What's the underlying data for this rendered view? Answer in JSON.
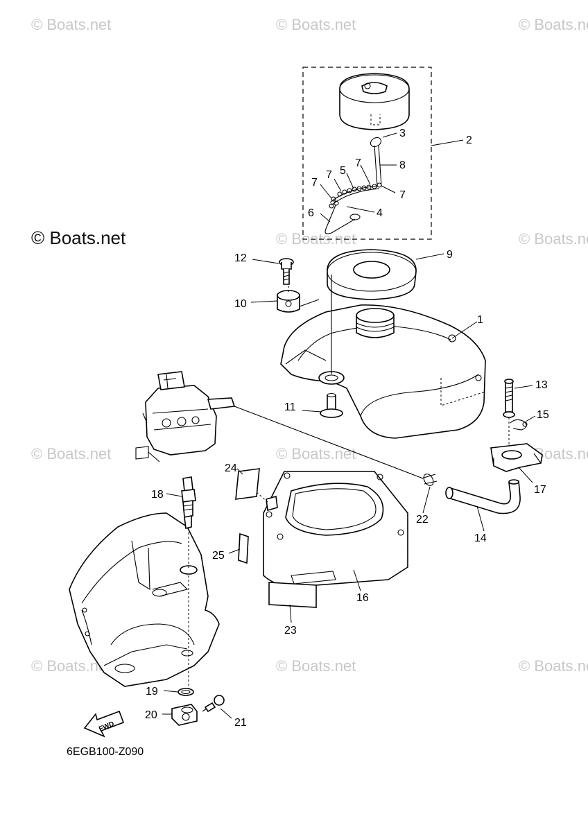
{
  "watermark": "© Boats.net",
  "diagram_code": "6EGB100-Z090",
  "fwd_label": "FWD",
  "callouts": {
    "c1": "1",
    "c2": "2",
    "c3": "3",
    "c4": "4",
    "c5": "5",
    "c6": "6",
    "c7a": "7",
    "c7b": "7",
    "c7c": "7",
    "c7d": "7",
    "c8": "8",
    "c9": "9",
    "c10": "10",
    "c11": "11",
    "c12": "12",
    "c13": "13",
    "c14": "14",
    "c15": "15",
    "c16": "16",
    "c17": "17",
    "c18": "18",
    "c19": "19",
    "c20": "20",
    "c21": "21",
    "c22": "22",
    "c23": "23",
    "c24": "24",
    "c25": "25"
  }
}
